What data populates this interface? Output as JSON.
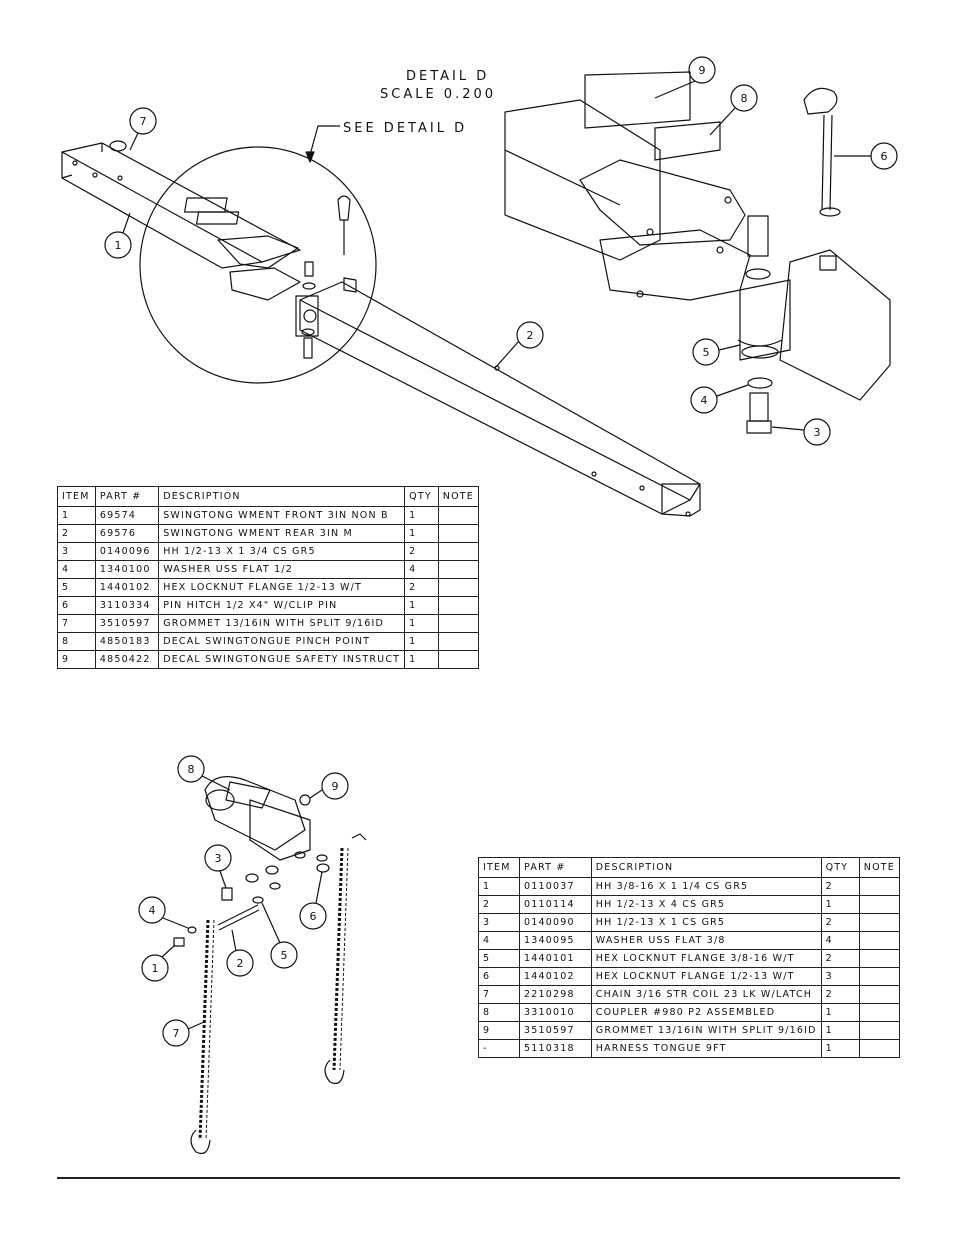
{
  "detail": {
    "title": "DETAIL D",
    "scale": "SCALE 0.200",
    "see": "SEE DETAIL D"
  },
  "balloons_top": [
    "1",
    "2",
    "3",
    "4",
    "5",
    "6",
    "7",
    "8",
    "9"
  ],
  "balloons_bottom": [
    "1",
    "2",
    "3",
    "4",
    "5",
    "6",
    "7",
    "8",
    "9"
  ],
  "table1": {
    "headers": [
      "ITEM",
      "PART #",
      "DESCRIPTION",
      "QTY",
      "NOTE"
    ],
    "rows": [
      {
        "item": "1",
        "part": "69574",
        "desc": "SWINGTONG WMENT FRONT 3IN NON B",
        "qty": "1",
        "note": ""
      },
      {
        "item": "2",
        "part": "69576",
        "desc": "SWINGTONG WMENT REAR 3IN M",
        "qty": "1",
        "note": ""
      },
      {
        "item": "3",
        "part": "0140096",
        "desc": "HH 1/2-13 X 1 3/4 CS GR5",
        "qty": "2",
        "note": ""
      },
      {
        "item": "4",
        "part": "1340100",
        "desc": "WASHER USS FLAT 1/2",
        "qty": "4",
        "note": ""
      },
      {
        "item": "5",
        "part": "1440102",
        "desc": "HEX LOCKNUT FLANGE 1/2-13 W/T",
        "qty": "2",
        "note": ""
      },
      {
        "item": "6",
        "part": "3110334",
        "desc": "PIN HITCH 1/2 X4\" W/CLIP PIN",
        "qty": "1",
        "note": ""
      },
      {
        "item": "7",
        "part": "3510597",
        "desc": "GROMMET 13/16IN WITH SPLIT 9/16ID",
        "qty": "1",
        "note": ""
      },
      {
        "item": "8",
        "part": "4850183",
        "desc": "DECAL SWINGTONGUE PINCH POINT",
        "qty": "1",
        "note": ""
      },
      {
        "item": "9",
        "part": "4850422",
        "desc": "DECAL SWINGTONGUE SAFETY INSTRUCT",
        "qty": "1",
        "note": ""
      }
    ]
  },
  "table2": {
    "headers": [
      "ITEM",
      "PART #",
      "DESCRIPTION",
      "QTY",
      "NOTE"
    ],
    "rows": [
      {
        "item": "1",
        "part": "0110037",
        "desc": "HH 3/8-16 X 1 1/4 CS GR5",
        "qty": "2",
        "note": ""
      },
      {
        "item": "2",
        "part": "0110114",
        "desc": "HH 1/2-13 X 4 CS GR5",
        "qty": "1",
        "note": ""
      },
      {
        "item": "3",
        "part": "0140090",
        "desc": "HH 1/2-13 X 1 CS GR5",
        "qty": "2",
        "note": ""
      },
      {
        "item": "4",
        "part": "1340095",
        "desc": "WASHER USS FLAT 3/8",
        "qty": "4",
        "note": ""
      },
      {
        "item": "5",
        "part": "1440101",
        "desc": "HEX LOCKNUT FLANGE 3/8-16 W/T",
        "qty": "2",
        "note": ""
      },
      {
        "item": "6",
        "part": "1440102",
        "desc": "HEX LOCKNUT FLANGE 1/2-13 W/T",
        "qty": "3",
        "note": ""
      },
      {
        "item": "7",
        "part": "2210298",
        "desc": "CHAIN 3/16 STR COIL 23 LK W/LATCH",
        "qty": "2",
        "note": ""
      },
      {
        "item": "8",
        "part": "3310010",
        "desc": "COUPLER #980 P2 ASSEMBLED",
        "qty": "1",
        "note": ""
      },
      {
        "item": "9",
        "part": "3510597",
        "desc": "GROMMET 13/16IN WITH SPLIT 9/16ID",
        "qty": "1",
        "note": ""
      },
      {
        "item": "-",
        "part": "5110318",
        "desc": "HARNESS TONGUE 9FT",
        "qty": "1",
        "note": ""
      }
    ]
  }
}
